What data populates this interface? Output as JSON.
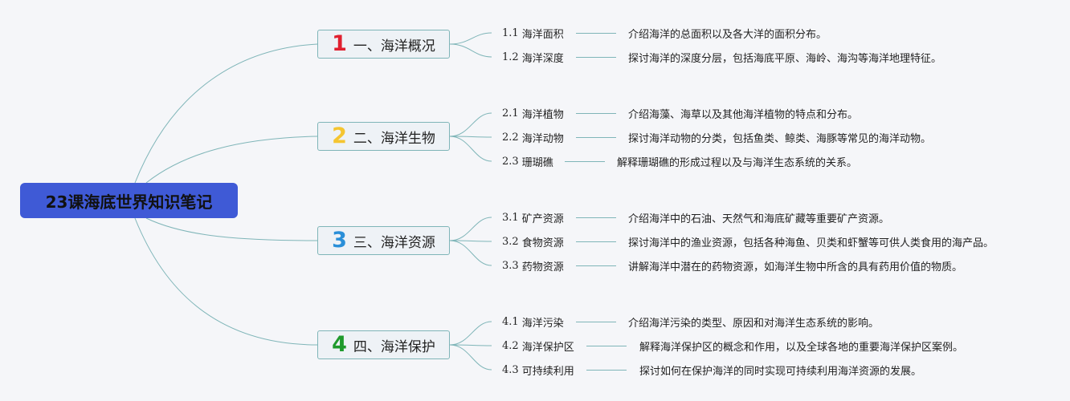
{
  "root": {
    "title": "23课海底世界知识笔记"
  },
  "branches": [
    {
      "num": "1",
      "num_color": "#e0202f",
      "label": "一、海洋概况",
      "leaves": [
        {
          "code": "1.1",
          "title": "海洋面积",
          "desc": "介绍海洋的总面积以及各大洋的面积分布。"
        },
        {
          "code": "1.2",
          "title": "海洋深度",
          "desc": "探讨海洋的深度分层，包括海底平原、海岭、海沟等海洋地理特征。"
        }
      ]
    },
    {
      "num": "2",
      "num_color": "#f5c530",
      "label": "二、海洋生物",
      "leaves": [
        {
          "code": "2.1",
          "title": "海洋植物",
          "desc": "介绍海藻、海草以及其他海洋植物的特点和分布。"
        },
        {
          "code": "2.2",
          "title": "海洋动物",
          "desc": "探讨海洋动物的分类，包括鱼类、鲸类、海豚等常见的海洋动物。"
        },
        {
          "code": "2.3",
          "title": "珊瑚礁",
          "desc": "解释珊瑚礁的形成过程以及与海洋生态系统的关系。"
        }
      ]
    },
    {
      "num": "3",
      "num_color": "#2a8fd8",
      "label": "三、海洋资源",
      "leaves": [
        {
          "code": "3.1",
          "title": "矿产资源",
          "desc": "介绍海洋中的石油、天然气和海底矿藏等重要矿产资源。"
        },
        {
          "code": "3.2",
          "title": "食物资源",
          "desc": "探讨海洋中的渔业资源，包括各种海鱼、贝类和虾蟹等可供人类食用的海产品。"
        },
        {
          "code": "3.3",
          "title": "药物资源",
          "desc": "讲解海洋中潜在的药物资源，如海洋生物中所含的具有药用价值的物质。"
        }
      ]
    },
    {
      "num": "4",
      "num_color": "#1f9a2c",
      "label": "四、海洋保护",
      "leaves": [
        {
          "code": "4.1",
          "title": "海洋污染",
          "desc": "介绍海洋污染的类型、原因和对海洋生态系统的影响。"
        },
        {
          "code": "4.2",
          "title": "海洋保护区",
          "desc": "解释海洋保护区的概念和作用，以及全球各地的重要海洋保护区案例。"
        },
        {
          "code": "4.3",
          "title": "可持续利用",
          "desc": "探讨如何在保护海洋的同时实现可持续利用海洋资源的发展。"
        }
      ]
    }
  ]
}
